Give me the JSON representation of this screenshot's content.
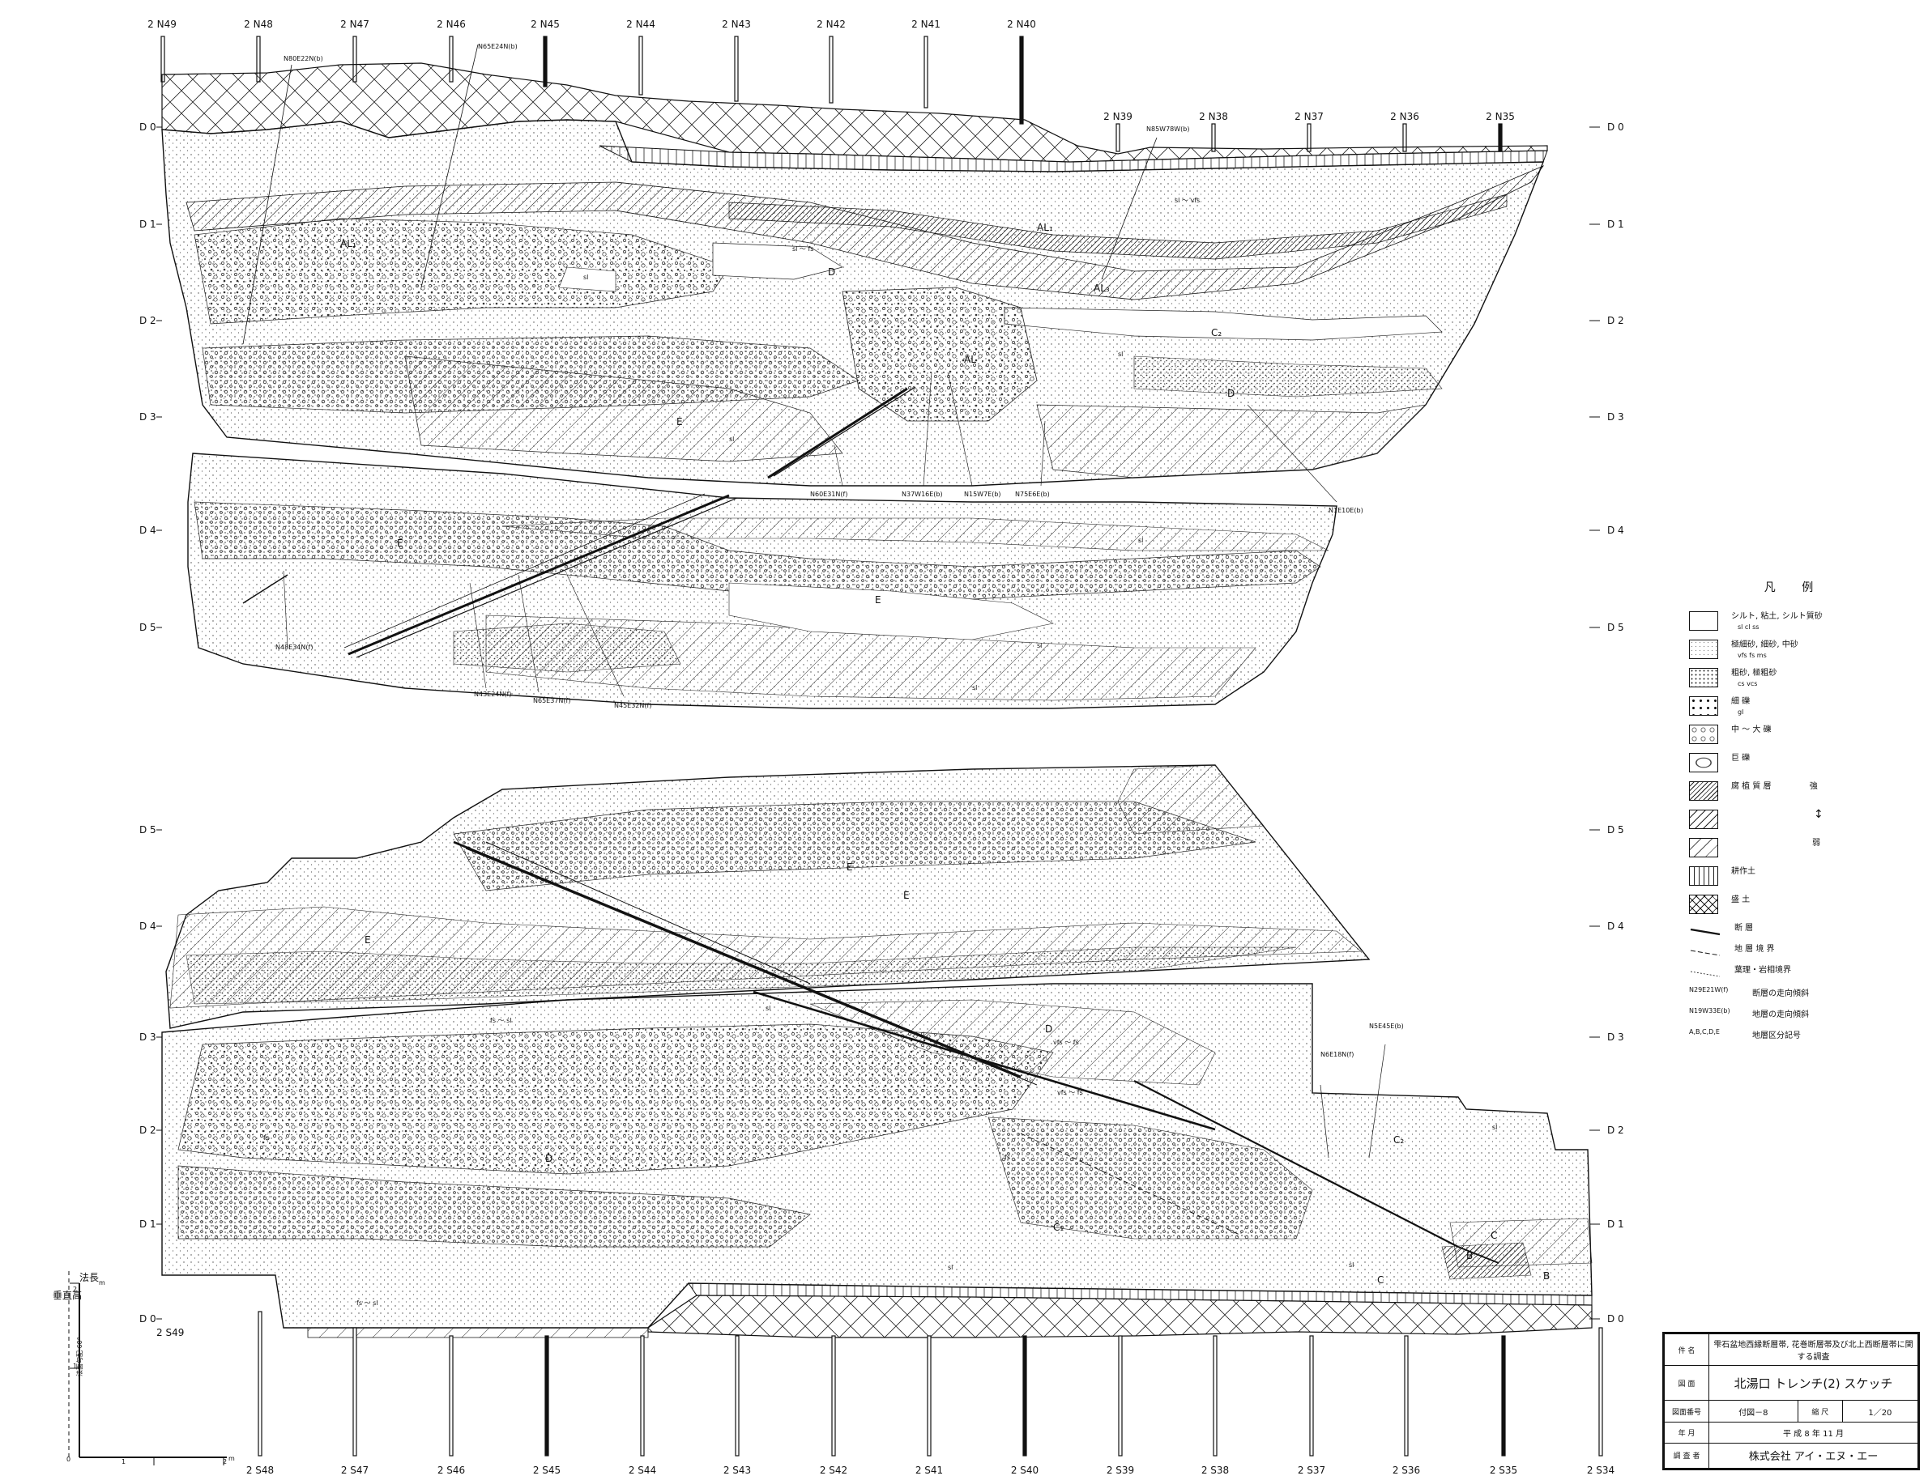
{
  "top_stations": [
    "2 N49",
    "2 N48",
    "2 N47",
    "2 N46",
    "2 N45",
    "2 N44",
    "2 N43",
    "2 N42",
    "2 N41",
    "2 N40"
  ],
  "top_stations_right": [
    "2 N39",
    "2 N38",
    "2 N37",
    "2 N36",
    "2 N35"
  ],
  "bottom_stations": [
    "2 S48",
    "2 S47",
    "2 S46",
    "2 S45",
    "2 S44",
    "2 S43",
    "2 S42",
    "2 S41",
    "2 S40",
    "2 S39",
    "2 S38",
    "2 S37",
    "2 S36",
    "2 S35",
    "2 S34"
  ],
  "bottom_station_left": "2 S49",
  "depth_labels_top": [
    "D 0",
    "D 1",
    "D 2",
    "D 3",
    "D 4",
    "D 5"
  ],
  "depth_labels_bottom": [
    "D 5",
    "D 4",
    "D 3",
    "D 2",
    "D 1",
    "D 0"
  ],
  "unit_labels": {
    "al1": "AL₁",
    "al2": "AL₂",
    "al3": "AL₃",
    "al_mid": "AL",
    "d": "D",
    "c2": "C₂",
    "c1": "C₁",
    "c": "C",
    "b": "B",
    "e": "E",
    "sl": "sl",
    "sl_fs": "sl ～ fs",
    "sl_vfs": "sl ～ vfs",
    "vfs_fs": "vfs ～ fs",
    "fs": "fs",
    "fs_sl": "fs ～ sl"
  },
  "top_annotations": {
    "n80e22n": "N80E22N(b)",
    "n65e24n": "N65E24N(b)",
    "n85w78w": "N85W78W(b)",
    "n60e31n": "N60E31N(f)",
    "n37w16e": "N37W16E(b)",
    "n15w7e": "N15W7E(b)",
    "n75e6e": "N75E6E(b)",
    "n1e10e": "N1E10E(b)",
    "n48e34n": "N48E34N(f)",
    "n43e24n": "N43E24N(f)",
    "n65e37n": "N65E37N(f)",
    "n45e32n": "N45E32N(f)"
  },
  "bottom_annotations": {
    "n5e": "N5E45E(b)",
    "n6e": "N6E18N(f)"
  },
  "legend": {
    "title": "凡 例",
    "items": [
      {
        "name": "シルト, 粘土, シルト質砂",
        "sub": "sl      cl      ss"
      },
      {
        "name": "極細砂, 細砂, 中砂",
        "sub": "vfs     fs     ms"
      },
      {
        "name": "粗砂, 極粗砂",
        "sub": "cs     vcs"
      },
      {
        "name": "細    礫",
        "sub": "gl"
      },
      {
        "name": "中 ～ 大 礫",
        "sub": ""
      },
      {
        "name": "巨  礫",
        "sub": ""
      },
      {
        "name": "腐 植 質 層",
        "sub": ""
      },
      {
        "name": "",
        "sub": ""
      },
      {
        "name": "",
        "sub": ""
      },
      {
        "name": "耕作土",
        "sub": ""
      },
      {
        "name": "盛  土",
        "sub": ""
      }
    ],
    "strength_strong": "強",
    "strength_weak": "弱",
    "lines": [
      {
        "name": "断      層"
      },
      {
        "name": "地 層 境 界"
      },
      {
        "name": "葉理・岩相境界"
      }
    ],
    "codes": [
      {
        "code": "N29E21W(f)",
        "name": "断層の走向傾斜"
      },
      {
        "code": "N19W33E(b)",
        "name": "地層の走向傾斜"
      },
      {
        "code": "A,B,C,D,E",
        "name": "地層区分記号"
      }
    ]
  },
  "title_block": {
    "subject_label": "件  名",
    "subject": "雫石盆地西縁断層帯, 花巻断層帯及び北上西断層帯に関する調査",
    "drawing_label": "図  面",
    "drawing": "北湯口 トレンチ(2) スケッチ",
    "number_label": "図面番号",
    "number": "付図－8",
    "scale_label": "縮  尺",
    "scale": "1／20",
    "date_label": "年  月",
    "date": "平 成  8 年  11 月",
    "surveyor_label": "調 査 者",
    "surveyor": "株式会社  アイ・エヌ・エー"
  },
  "scale_bar": {
    "slope_length": "法長",
    "vertical_height": "垂直高",
    "m": "m",
    "tick_0": "0",
    "tick_1": "1",
    "tick_2": "2",
    "slope_note": "法面勾配 60°"
  }
}
